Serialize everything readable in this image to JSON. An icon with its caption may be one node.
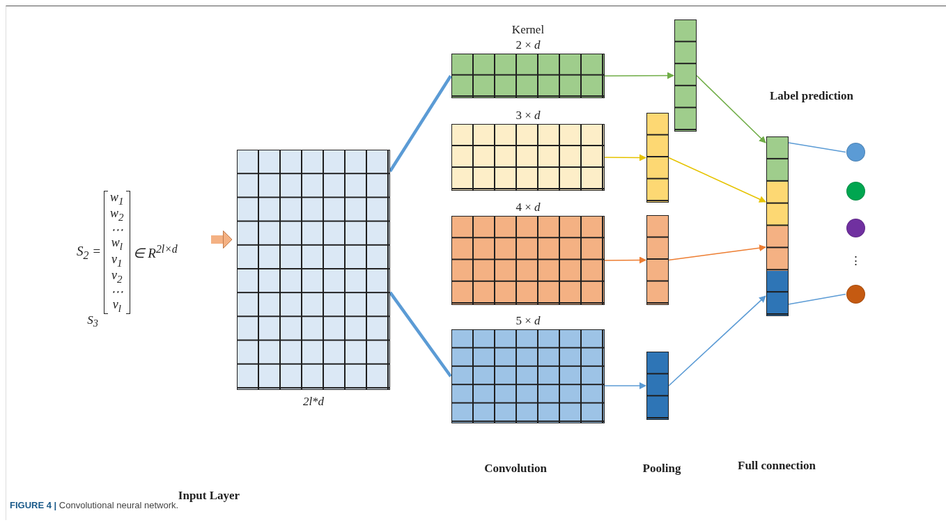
{
  "diagram": {
    "caption": "**FIGURE 4 |** Convolutional neural network.",
    "nodes": [
      {
        "text": [
          "S$_{2}$ =",
          "w$_{1}$",
          "w$_{2}$",
          "⋯",
          "w$_{l}$",
          "v$_{1}$",
          "v$_{2}$",
          "⋯",
          "v$_{l}$",
          "∈ R$^{2l×d}$"
        ]
      },
      {
        "text": [],
        "shape": "box",
        "beside": [
          "2l*d"
        ]
      },
      {
        "text": [
          "Kernel",
          "2 × *d*"
        ]
      },
      {
        "text": [
          "3 × *d*"
        ]
      },
      {
        "text": [
          "4 × *d*"
        ]
      },
      {
        "text": [
          "5 × *d*"
        ]
      },
      {
        "text": [],
        "shape": "box"
      },
      {
        "text": [],
        "shape": "box"
      },
      {
        "text": [],
        "shape": "box"
      },
      {
        "text": [],
        "shape": "box"
      },
      {
        "text": [],
        "shape": "box"
      },
      {
        "text": [],
        "shape": "circle"
      },
      {
        "text": [],
        "shape": "circle"
      },
      {
        "text": [],
        "shape": "circle"
      },
      {
        "text": [],
        "shape": "circle"
      }
    ],
    "edges": [
      {
        "from": null,
        "to": 1,
        "arrow": "to",
        "style": "thick",
        "color": "#f4b183"
      },
      {
        "from": 1,
        "to": 2,
        "arrow": "none",
        "style": "thick"
      },
      {
        "from": 1,
        "to": 5,
        "arrow": "none",
        "style": "thick"
      },
      {
        "from": 2,
        "to": 6,
        "arrow": "to",
        "color": "#70ad47"
      },
      {
        "from": 3,
        "to": 7,
        "arrow": "to",
        "color": "#e6c300"
      },
      {
        "from": 4,
        "to": 8,
        "arrow": "to",
        "color": "#ed7d31"
      },
      {
        "from": 5,
        "to": 9,
        "arrow": "to"
      },
      {
        "from": 6,
        "to": 10,
        "arrow": "to",
        "color": "#70ad47"
      },
      {
        "from": 7,
        "to": 10,
        "arrow": "to",
        "color": "#e6c300"
      },
      {
        "from": 8,
        "to": 10,
        "arrow": "to",
        "color": "#ed7d31"
      },
      {
        "from": 9,
        "to": 10,
        "arrow": "to"
      },
      {
        "from": 10,
        "to": 11,
        "arrow": "none"
      },
      {
        "from": 10,
        "to": 14,
        "arrow": "none"
      }
    ],
    "labels": [
      "Label prediction",
      "S$_{3}$",
      "⋮",
      "Input Layer",
      "Full connection",
      "Convolution",
      "Pooling"
    ]
  }
}
